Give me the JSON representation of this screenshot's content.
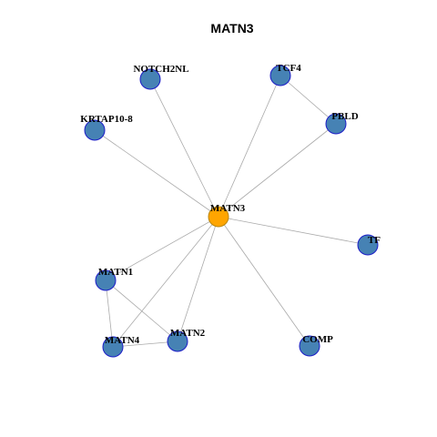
{
  "title": "MATN3",
  "colors": {
    "center_fill": "#FFA500",
    "center_stroke": "#B8860B",
    "node_fill": "#4682B4",
    "node_stroke": "#1C1CC8",
    "edge": "#AAAAAA"
  },
  "network": {
    "center": "MATN3",
    "nodes": [
      "MATN3",
      "NOTCH2NL",
      "TCF4",
      "KRTAP10-8",
      "PBLD",
      "TF",
      "MATN1",
      "MATN4",
      "MATN2",
      "COMP"
    ],
    "edges": [
      [
        "MATN3",
        "NOTCH2NL"
      ],
      [
        "MATN3",
        "TCF4"
      ],
      [
        "MATN3",
        "KRTAP10-8"
      ],
      [
        "MATN3",
        "PBLD"
      ],
      [
        "MATN3",
        "TF"
      ],
      [
        "MATN3",
        "MATN1"
      ],
      [
        "MATN3",
        "MATN4"
      ],
      [
        "MATN3",
        "MATN2"
      ],
      [
        "MATN3",
        "COMP"
      ],
      [
        "TCF4",
        "PBLD"
      ],
      [
        "MATN1",
        "MATN4"
      ],
      [
        "MATN1",
        "MATN2"
      ],
      [
        "MATN4",
        "MATN2"
      ]
    ]
  }
}
